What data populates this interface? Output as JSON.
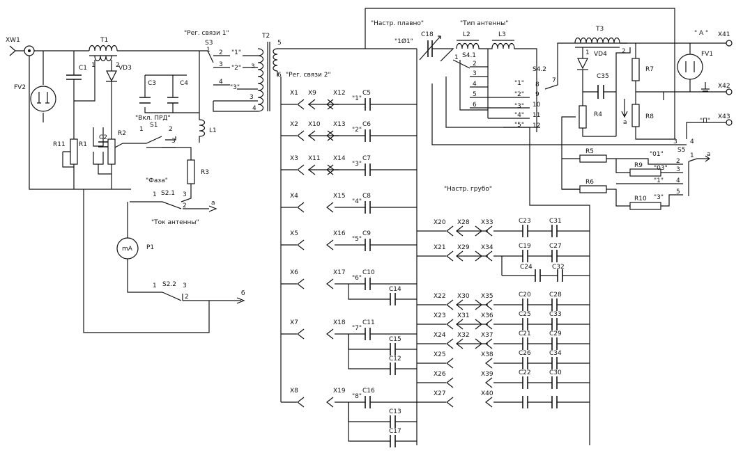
{
  "labels": {
    "xw1": "XW1",
    "t1": "T1",
    "t2": "T2",
    "t3": "T3",
    "c1": "C1",
    "fv2": "FV2",
    "vd3": "VD3",
    "r11": "R11",
    "r1": "R1",
    "c2": "C2",
    "r2": "R2",
    "c3": "C3",
    "c4": "C4",
    "l1": "L1",
    "r3": "R3",
    "s1": "S1",
    "s3": "S3",
    "s21": "S2.1",
    "s22": "S2.2",
    "p1": "P1",
    "ma": "mA",
    "reg1": "\"Рег. связи 1\"",
    "reg2": "\"Рег. связи 2\"",
    "vkl": "\"Вкл. ПРД\"",
    "faza": "\"Фаза\"",
    "tok": "\"Ток антенны\"",
    "plavno": "\"Настр. плавно\"",
    "tip": "\"Тип антенны\"",
    "grubo": "\"Настр. грубо\"",
    "c18": "C18",
    "l2": "L2",
    "l3": "L3",
    "s41": "S4.1",
    "s42": "S4.2",
    "vd4": "VD4",
    "c35": "C35",
    "r4": "R4",
    "r7": "R7",
    "r8": "R8",
    "fv1": "FV1",
    "a_q": "\" A \"",
    "p_q": "\"П\"",
    "x41": "X41",
    "x42": "X42",
    "x43": "X43",
    "s5": "S5",
    "r5": "R5",
    "r6": "R6",
    "r9": "R9",
    "r10": "R10",
    "pos01": "\"01\"",
    "pos03": "\"03\"",
    "pos1": "\"1\"",
    "pos3": "\"3\"",
    "q1": "\"1\"",
    "q2": "\"2\"",
    "q3": "\"3\"",
    "q4": "\"4\"",
    "q5": "\"5\"",
    "q6": "\"6\"",
    "q7": "\"7\"",
    "q8": "\"8\"",
    "q101": "\"1Ø1\"",
    "out_a": "а",
    "out_b": "б",
    "n1": "1",
    "n2": "2",
    "n3": "3",
    "n4": "4",
    "n5": "5",
    "n6": "6",
    "n7": "7",
    "n8": "8",
    "n9": "9",
    "n10": "10",
    "n11": "11",
    "n12": "12"
  },
  "rows": [
    {
      "x": "X1",
      "xm": "X9",
      "xr": "X12",
      "c": "C5",
      "pos": "\"1\""
    },
    {
      "x": "X2",
      "xm": "X10",
      "xr": "X13",
      "c": "C6",
      "pos": "\"2\""
    },
    {
      "x": "X3",
      "xm": "X11",
      "xr": "X14",
      "c": "C7",
      "pos": "\"3\""
    },
    {
      "x": "X4",
      "xm": "",
      "xr": "X15",
      "c": "C8",
      "pos": "\"4\""
    },
    {
      "x": "X5",
      "xm": "",
      "xr": "X16",
      "c": "C9",
      "pos": "\"5\""
    },
    {
      "x": "X6",
      "xm": "",
      "xr": "X17",
      "c": "C10",
      "pos": "\"6\""
    },
    {
      "x": "X7",
      "xm": "",
      "xr": "X18",
      "c": "C11",
      "pos": "\"7\""
    },
    {
      "x": "X8",
      "xm": "",
      "xr": "X19",
      "c": "C16",
      "pos": "\"8\""
    }
  ],
  "extra_caps": [
    "C14",
    "C15",
    "C12",
    "C13",
    "C17"
  ],
  "coarse_rows": [
    {
      "x": "X20",
      "xm": "X28",
      "xr": "X33",
      "c1": "C23",
      "c2": "C31"
    },
    {
      "x": "X21",
      "xm": "X29",
      "xr": "X34",
      "c1": "C19",
      "c2": "C27"
    },
    {
      "x": "",
      "xm": "",
      "xr": "",
      "c1": "C24",
      "c2": "C32"
    },
    {
      "x": "X22",
      "xm": "X30",
      "xr": "X35",
      "c1": "C20",
      "c2": "C28"
    },
    {
      "x": "X23",
      "xm": "X31",
      "xr": "X36",
      "c1": "C25",
      "c2": "C33"
    },
    {
      "x": "X24",
      "xm": "X32",
      "xr": "X37",
      "c1": "C21",
      "c2": "C29"
    },
    {
      "x": "X25",
      "xm": "",
      "xr": "X38",
      "c1": "C26",
      "c2": "C34"
    },
    {
      "x": "X26",
      "xm": "",
      "xr": "X39",
      "c1": "C22",
      "c2": "C30"
    },
    {
      "x": "X27",
      "xm": "",
      "xr": "X40",
      "c1": "",
      "c2": ""
    }
  ]
}
